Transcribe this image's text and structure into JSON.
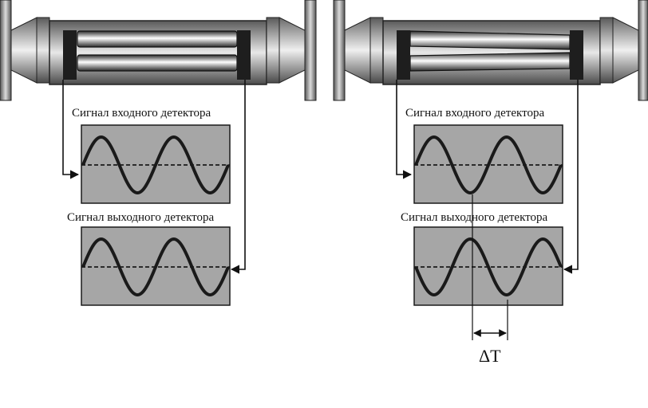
{
  "panels": [
    {
      "input_label": "Сигнал входного детектора",
      "output_label": "Сигнал выходного детектора",
      "phase_shift": 0
    },
    {
      "input_label": "Сигнал входного детектора",
      "output_label": "Сигнал выходного детектора",
      "phase_shift": 0.5,
      "delta_label": "ΔT"
    }
  ],
  "colors": {
    "screen": "#a6a6a6",
    "wave": "#1a1a1a",
    "metal_dark": "#3a3a3a",
    "metal_light": "#d9d9d9"
  }
}
